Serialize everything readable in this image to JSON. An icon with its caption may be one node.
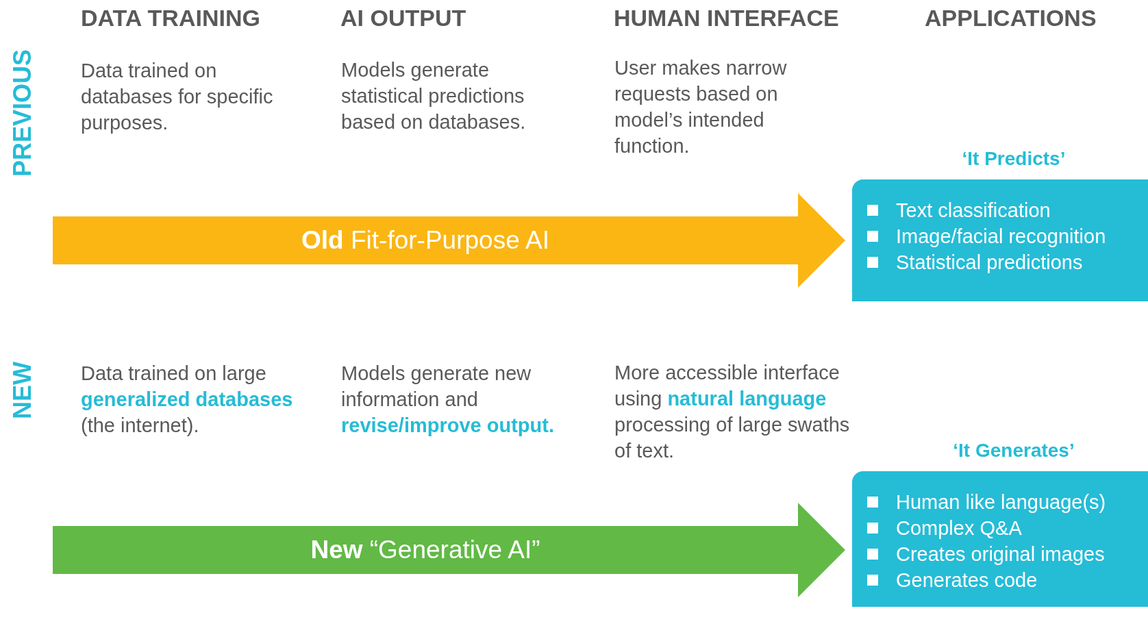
{
  "diagram": {
    "nodes": [
      {
        "text": [
          "**Old** Fit-for-Purpose AI"
        ]
      },
      {
        "text": [
          "‘It Predicts’",
          "Text classification",
          "Image/facial recognition",
          "Statistical predictions"
        ]
      },
      {
        "text": [
          "**New** “Generative AI”"
        ]
      },
      {
        "text": [
          "‘It Generates’",
          "Human like language(s)",
          "Complex Q&A",
          "Creates original images",
          "Generates code"
        ]
      }
    ],
    "labels": [
      "DATA TRAINING",
      "AI OUTPUT",
      "HUMAN INTERFACE",
      "APPLICATIONS",
      "PREVIOUS",
      "Data trained on databases for specific purposes.",
      "Models generate statistical predictions based on databases.",
      "User makes narrow requests based on model’s intended function.",
      "NEW",
      "Data trained on large **generalized databases** (the internet).",
      "Models generate new information and **revise/improve output.**",
      "More accessible interface using **natural language** processing of large swaths of text."
    ]
  }
}
